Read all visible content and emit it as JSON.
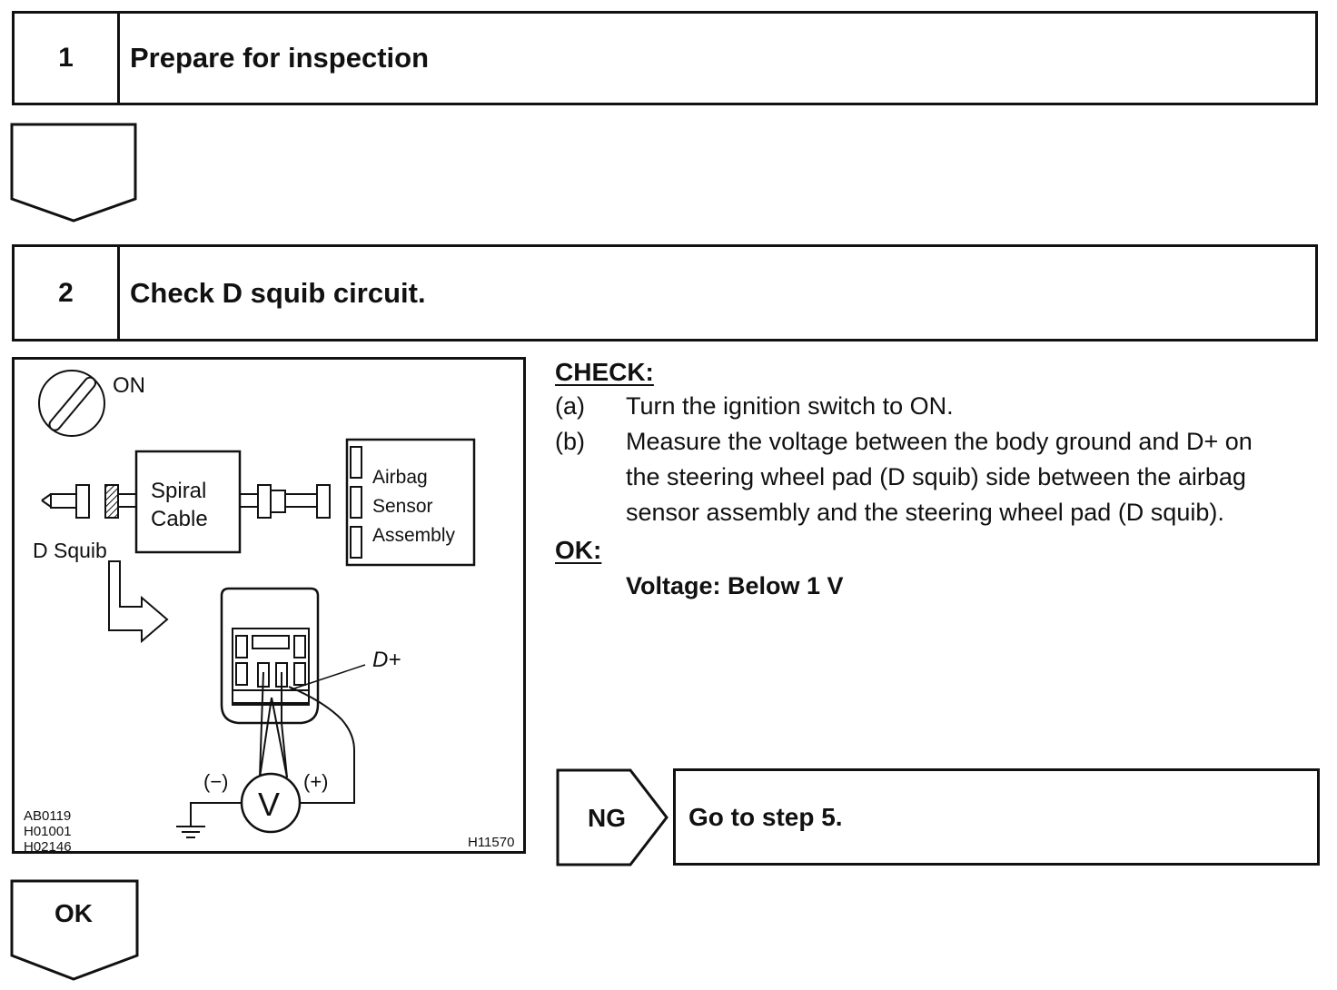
{
  "steps": [
    {
      "number": "1",
      "title": "Prepare for inspection"
    },
    {
      "number": "2",
      "title": "Check D squib circuit."
    }
  ],
  "check": {
    "header": "CHECK:",
    "items": [
      {
        "label": "(a)",
        "text": "Turn the ignition switch to ON."
      },
      {
        "label": "(b)",
        "lines": [
          "Measure the voltage between the body ground and D+ on",
          "the steering wheel pad (D squib) side between the airbag",
          "sensor assembly and the steering wheel pad (D squib)."
        ]
      }
    ]
  },
  "ok": {
    "header": "OK:",
    "spec": "Voltage: Below 1 V"
  },
  "ng": {
    "label": "NG",
    "action": "Go to step 5."
  },
  "ok_arrow": {
    "label": "OK"
  },
  "figure": {
    "on_label": "ON",
    "spiral_cable": [
      "Spiral",
      "Cable"
    ],
    "airbag_sensor": [
      "Airbag",
      "Sensor",
      "Assembly"
    ],
    "d_squib": "D Squib",
    "d_plus": "D+",
    "minus": "(−)",
    "plus": "(+)",
    "voltmeter": "V",
    "codes": [
      "AB0119",
      "H01001",
      "H02146"
    ],
    "figure_id": "H11570"
  }
}
